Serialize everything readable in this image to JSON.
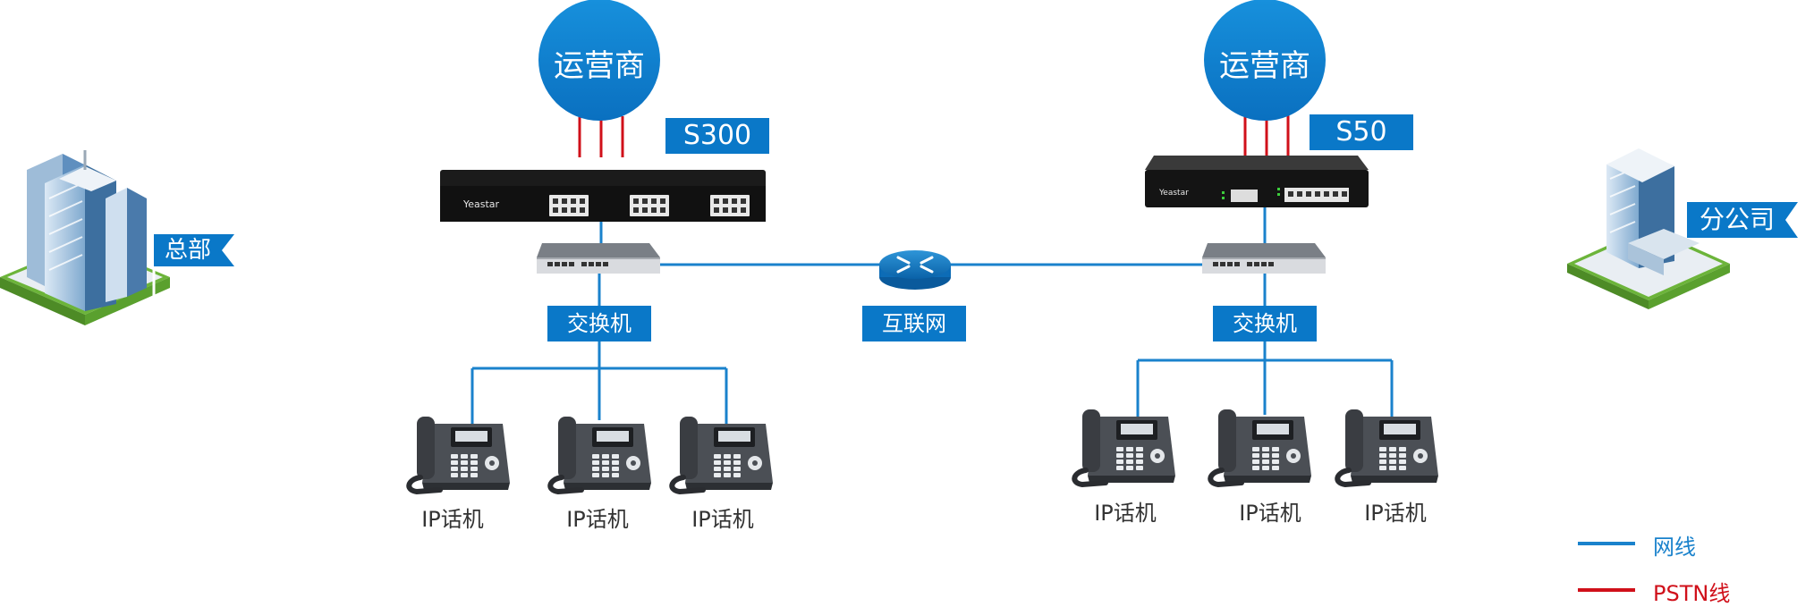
{
  "hq": {
    "label": "总部"
  },
  "branch": {
    "label": "分公司"
  },
  "left": {
    "carrier": "运营商",
    "model": "S300",
    "device_brand": "Yeastar",
    "switch": "交换机",
    "phones": [
      "IP话机",
      "IP话机",
      "IP话机"
    ]
  },
  "right": {
    "carrier": "运营商",
    "model": "S50",
    "device_brand": "Yeastar",
    "switch": "交换机",
    "phones": [
      "IP话机",
      "IP话机",
      "IP话机"
    ]
  },
  "internet": {
    "label": "互联网"
  },
  "legend": {
    "network": "网线",
    "pstn": "PSTN线"
  },
  "colors": {
    "network_line": "#1a82cc",
    "pstn_line": "#d0101a",
    "accent_blue": "#0a78c8"
  }
}
